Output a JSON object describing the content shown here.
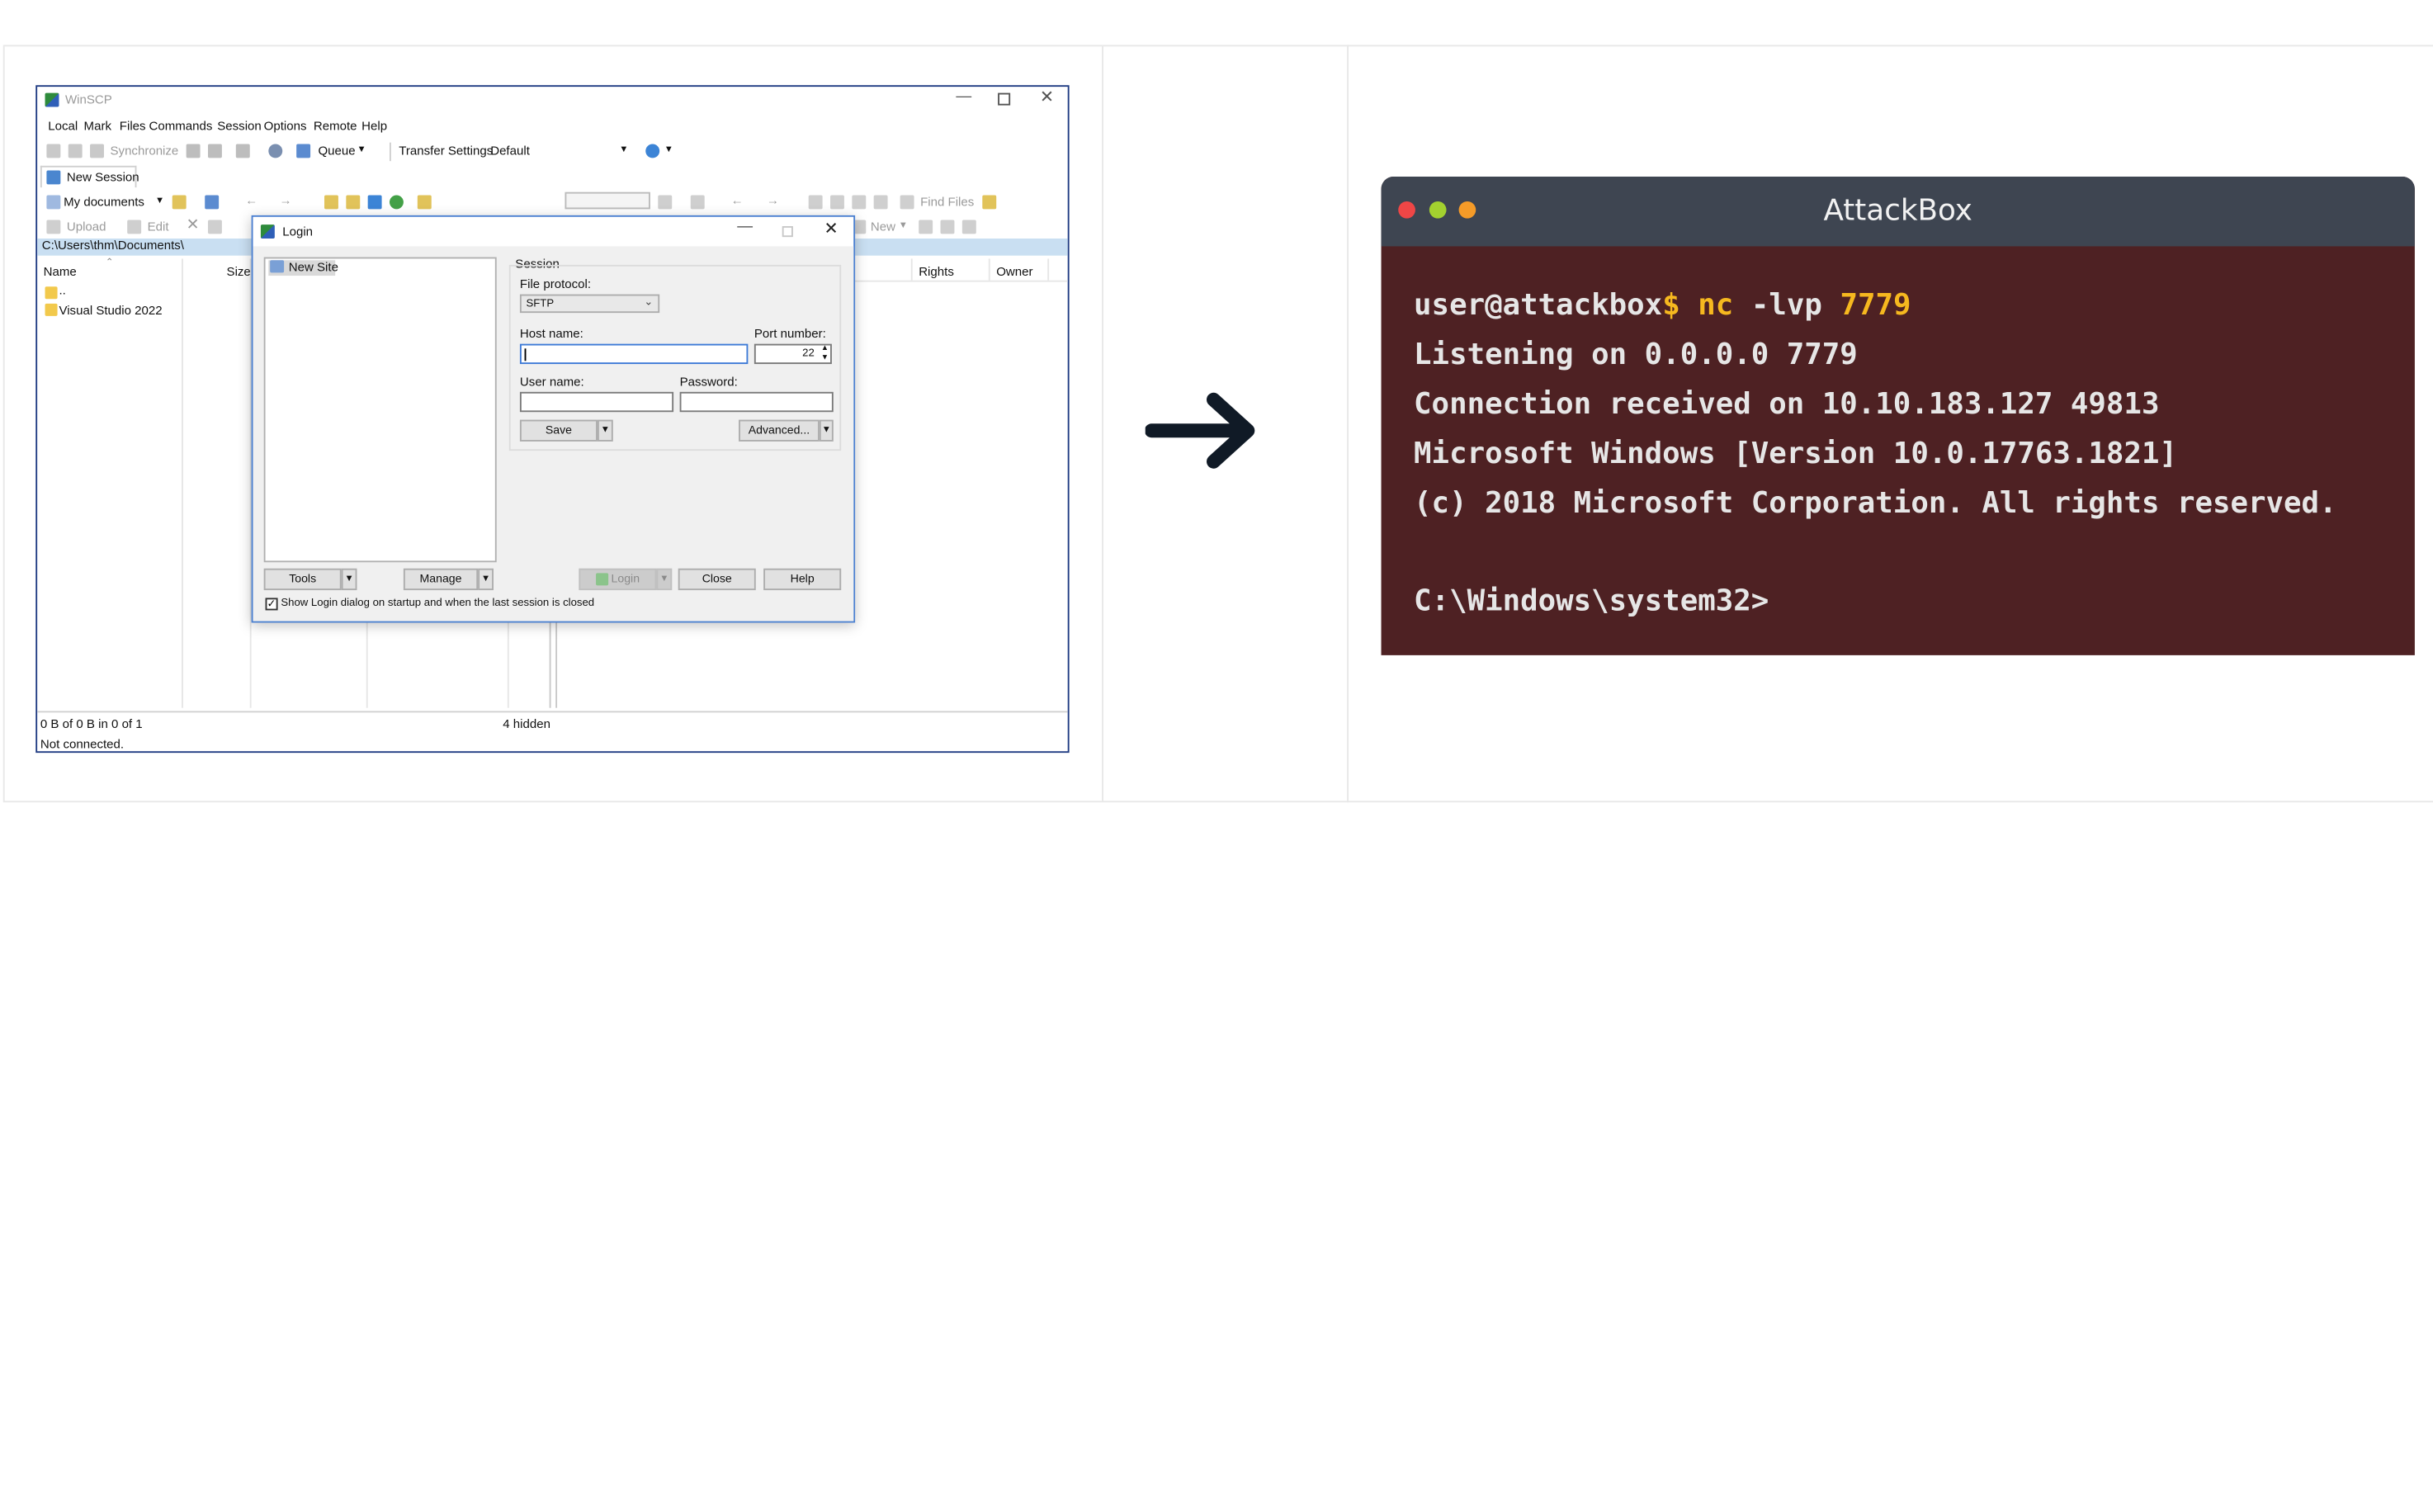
{
  "winscp": {
    "title": "WinSCP",
    "menu": [
      "Local",
      "Mark",
      "Files",
      "Commands",
      "Session",
      "Options",
      "Remote",
      "Help"
    ],
    "toolbar": {
      "synchronize": "Synchronize",
      "queue": "Queue",
      "transfer_settings": "Transfer Settings",
      "transfer_default": "Default"
    },
    "tab_new_session": "New Session",
    "local": {
      "location": "My documents",
      "path": "C:\\Users\\thm\\Documents\\",
      "col_name": "Name",
      "col_size": "Size",
      "rows": [
        "..",
        "Visual Studio 2022"
      ],
      "upload": "Upload",
      "edit": "Edit"
    },
    "remote": {
      "col_rights": "Rights",
      "col_owner": "Owner",
      "find_files": "Find Files",
      "new": "New"
    },
    "status": {
      "left": "0 B of 0 B in 0 of 1",
      "hidden": "4 hidden",
      "connection": "Not connected."
    }
  },
  "login": {
    "title": "Login",
    "site": "New Site",
    "session_group": "Session",
    "file_protocol_label": "File protocol:",
    "file_protocol": "SFTP",
    "host_label": "Host name:",
    "port_label": "Port number:",
    "port": "22",
    "user_label": "User name:",
    "password_label": "Password:",
    "save": "Save",
    "advanced": "Advanced...",
    "tools": "Tools",
    "manage": "Manage",
    "login_btn": "Login",
    "close_btn": "Close",
    "help_btn": "Help",
    "show_login": "Show Login dialog on startup and when the last session is closed"
  },
  "terminal": {
    "title": "AttackBox",
    "prompt": "user@attackbox",
    "dollar": "$",
    "cmd_nc": "nc",
    "cmd_flag": "-lvp",
    "cmd_port": "7779",
    "lines": [
      "Listening on 0.0.0.0 7779",
      "Connection received on 10.10.183.127 49813",
      "Microsoft Windows [Version 10.0.17763.1821]",
      "(c) 2018 Microsoft Corporation. All rights reserved.",
      "",
      "C:\\Windows\\system32>"
    ],
    "colors": {
      "header": "#3e4551",
      "body": "#4e2123",
      "accent": "#f6b81f",
      "close": "#ef4646",
      "minimize": "#a3d12f",
      "maximize": "#f59b28"
    }
  }
}
